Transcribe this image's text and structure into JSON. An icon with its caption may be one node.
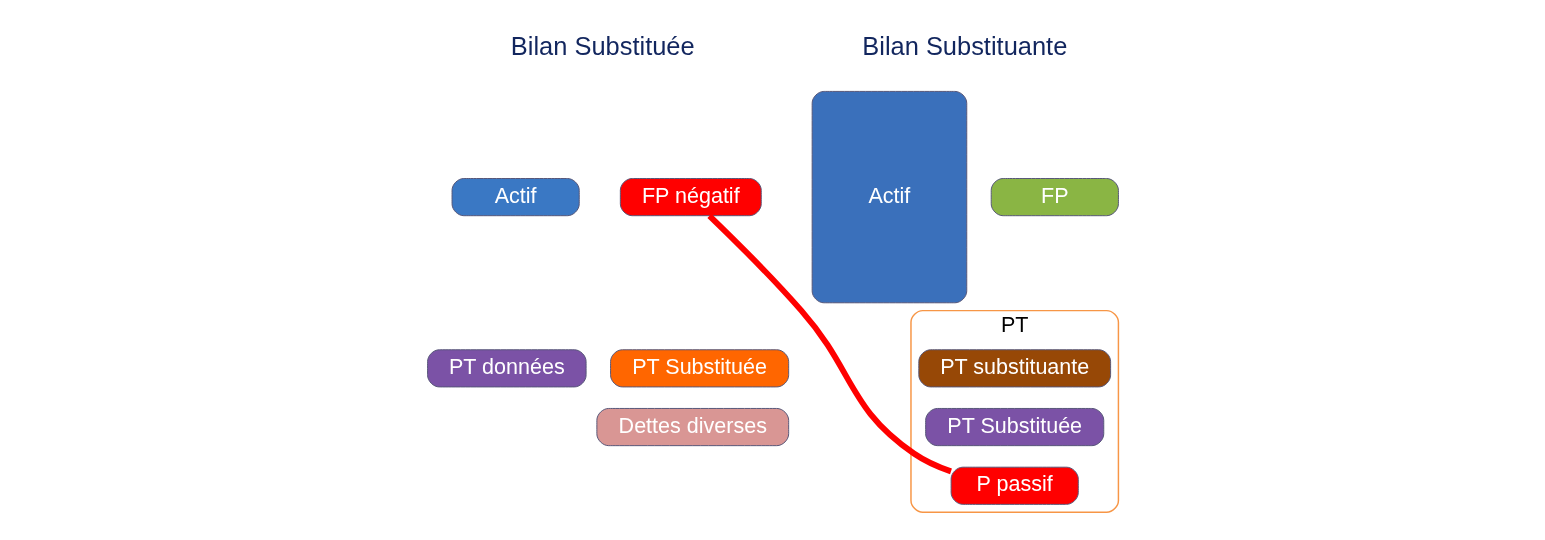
{
  "diagram": {
    "nodes": [
      {
        "text": [
          "Actif"
        ]
      },
      {
        "text": [
          "PT données"
        ]
      },
      {
        "text": [
          "FP négatif"
        ]
      },
      {
        "text": [
          "PT Substituée"
        ]
      },
      {
        "text": [
          "Dettes diverses"
        ]
      },
      {
        "text": [
          "Actif"
        ]
      },
      {
        "text": [
          "FP"
        ]
      },
      {
        "text": [
          "PT"
        ]
      },
      {
        "text": [
          "PT substituante"
        ],
        "in": 7
      },
      {
        "text": [
          "PT Substituée"
        ],
        "in": 7
      },
      {
        "text": [
          "P passif"
        ],
        "in": 7
      }
    ],
    "edges": [
      {
        "from": 2,
        "to": 10,
        "arrow": "none",
        "color": "#ff0000"
      }
    ],
    "labels": [
      "Bilan Substituée",
      "Bilan Substituante"
    ]
  }
}
